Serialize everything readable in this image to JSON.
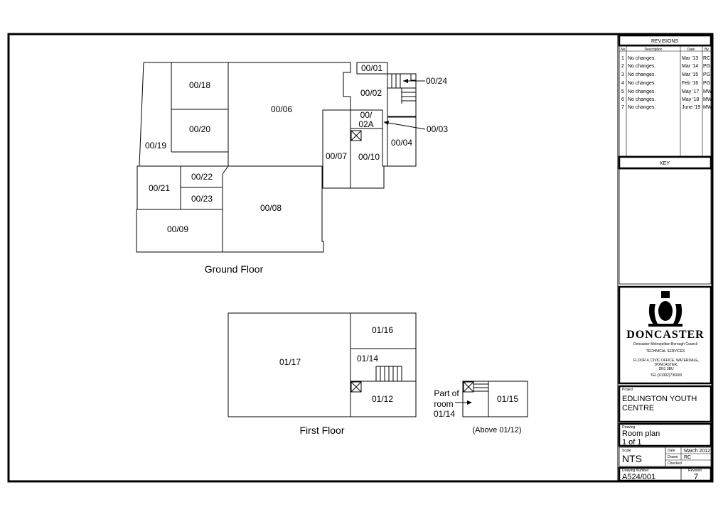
{
  "floors": {
    "ground": "Ground Floor",
    "first": "First Floor",
    "above_note": "(Above 01/12)",
    "part_of_room": [
      "Part of",
      "room",
      "01/14"
    ]
  },
  "rooms": {
    "r0001": "00/01",
    "r0002": "00/02",
    "r0024": "00/24",
    "r0018": "00/18",
    "r0006": "00/06",
    "r0002a_1": "00/",
    "r0002a_2": "02A",
    "r0003": "00/03",
    "r0020": "00/20",
    "r0019": "00/19",
    "r0007": "00/07",
    "r0010": "00/10",
    "r0004": "00/04",
    "r0022": "00/22",
    "r0021": "00/21",
    "r0023": "00/23",
    "r0008": "00/08",
    "r0009": "00/09",
    "r0116": "01/16",
    "r0117": "01/17",
    "r0114": "01/14",
    "r0112": "01/12",
    "r0115": "01/15"
  },
  "revisions": {
    "title": "REVISIONS",
    "headers": {
      "no": "No",
      "description": "Description",
      "date": "Date",
      "by": "By"
    },
    "rows": [
      {
        "no": "1",
        "description": "No changes.",
        "date": "Mar '13",
        "by": "RC"
      },
      {
        "no": "2",
        "description": "No changes.",
        "date": "Mar '14",
        "by": "PG"
      },
      {
        "no": "3",
        "description": "No changes.",
        "date": "Mar '15",
        "by": "PG"
      },
      {
        "no": "4",
        "description": "No changes.",
        "date": "Feb '16",
        "by": "PG"
      },
      {
        "no": "5",
        "description": "No changes.",
        "date": "May '17",
        "by": "MW"
      },
      {
        "no": "6",
        "description": "No changes.",
        "date": "May '18",
        "by": "MW"
      },
      {
        "no": "7",
        "description": "No changes.",
        "date": "June '19",
        "by": "MW"
      }
    ]
  },
  "key": {
    "title": "KEY"
  },
  "org": {
    "name": "DONCASTER",
    "council": "Doncaster Metropolitan Borough Council",
    "dept": "TECHNICAL SERVICES",
    "address": [
      "FLOOR 4, CIVIC OFFICE, WATERDALE,",
      "DONCASTER,",
      "DN1 3BU"
    ],
    "tel": "TEL:(01302)736000"
  },
  "project": {
    "label": "Project",
    "line1": "EDLINGTON YOUTH",
    "line2": "CENTRE"
  },
  "drawing": {
    "label": "Drawing",
    "line1": "Room plan",
    "line2": "1 of 1"
  },
  "scale": {
    "label": "Scale",
    "value": "NTS"
  },
  "meta": {
    "date_label": "Date",
    "date_value": "March 2012",
    "drawn_label": "Drawn",
    "drawn_value": "RC",
    "checked_label": "Checked"
  },
  "drawing_number": {
    "label": "Drawing Number",
    "value": "A524/001"
  },
  "revision": {
    "label": "Revision",
    "value": "7"
  },
  "colors": {
    "ink": "#000000",
    "paper": "#ffffff"
  }
}
